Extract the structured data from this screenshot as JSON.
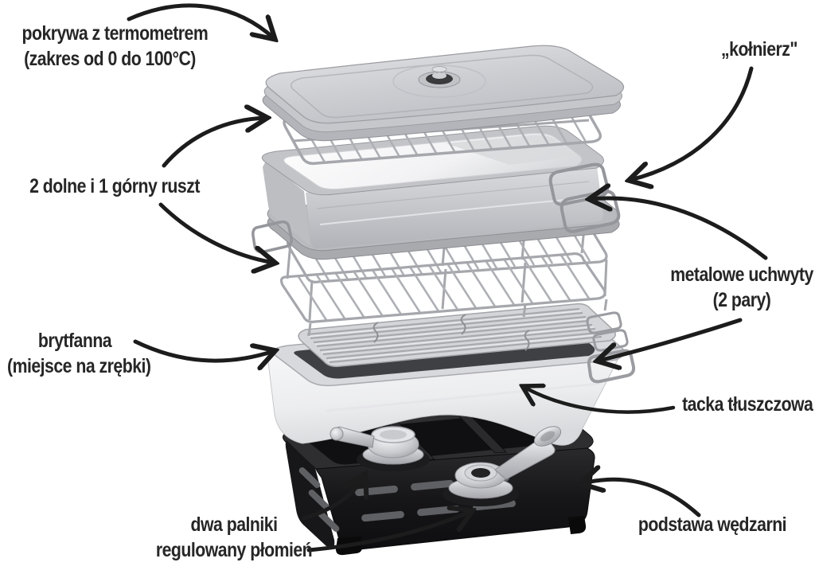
{
  "labels": {
    "lid": {
      "l1": "pokrywa z termometrem",
      "l2": "(zakres od 0 do 100°C)"
    },
    "collar": {
      "l1": "„kołnierz\""
    },
    "grates": {
      "l1": "2 dolne i 1 górny ruszt"
    },
    "handles": {
      "l1": "metalowe uchwyty",
      "l2": "(2 pary)"
    },
    "pan": {
      "l1": "brytfanna",
      "l2": "(miejsce na zrębki)"
    },
    "grease_tray": {
      "l1": "tacka tłuszczowa"
    },
    "burners": {
      "l1": "dwa palniki",
      "l2": "regulowany płomień"
    },
    "base": {
      "l1": "podstawa wędzarni"
    }
  },
  "colors": {
    "text": "#262626",
    "arrow": "#1c1c1c",
    "metal_light": "#d8d9dc",
    "metal_mid": "#bfc0c5",
    "metal_dark": "#97989d",
    "pan_white": "#f4f4f6",
    "base_black": "#1a1a1c",
    "background": "#ffffff"
  }
}
